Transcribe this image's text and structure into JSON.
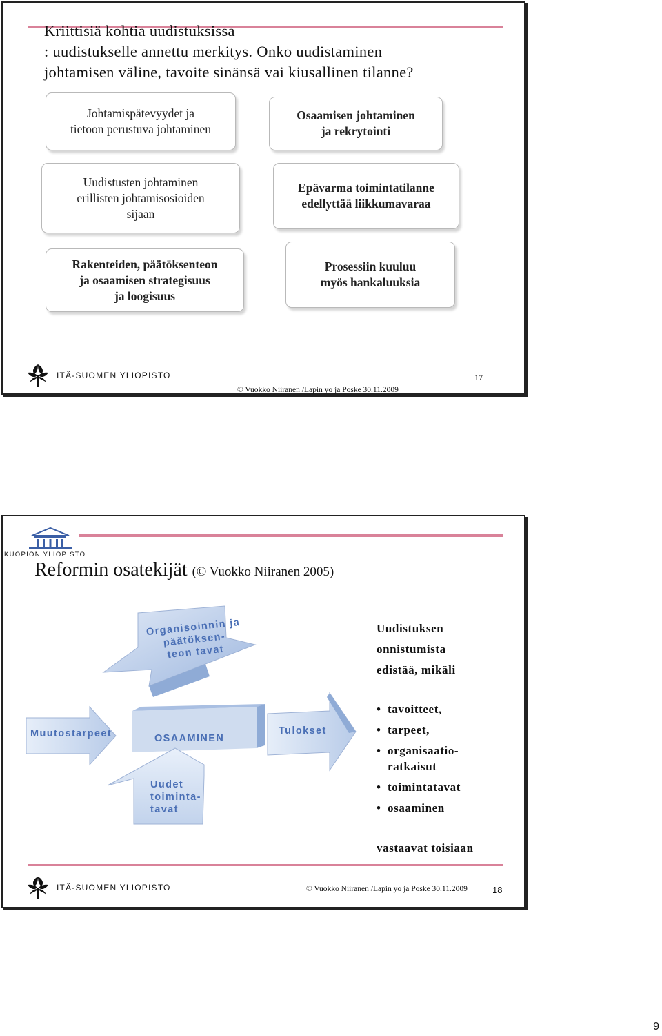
{
  "slide1": {
    "title_lines": [
      "Kriittisiä kohtia uudistuksissa",
      ": uudistukselle annettu merkitys. Onko uudistaminen",
      "johtamisen väline, tavoite sinänsä vai kiusallinen tilanne?"
    ],
    "boxes": [
      "Johtamispätevyydet ja\ntietoon perustuva johtaminen",
      "Osaamisen johtaminen\nja rekrytointi",
      "Uudistusten johtaminen\nerillisten johtamisosioiden\nsijaan",
      "Epävarma toimintatilanne\nedellyttää liikkumavaraa",
      "Rakenteiden, päätöksenteon\nja osaamisen strategisuus\nja loogisuus",
      "Prosessiin kuuluu\nmyös hankaluuksia"
    ],
    "logo_text": "ITÄ-SUOMEN YLIOPISTO",
    "copyright": "© Vuokko Niiranen /Lapin yo ja Poske 30.11.2009",
    "slide_number": "17"
  },
  "slide2": {
    "kuopio_logo_text": "KUOPION YLIOPISTO",
    "title": "Reformin osatekijät",
    "title_sub": "(© Vuokko Niiranen 2005)",
    "arrow_org": "Organisoinnin ja\npäätöksen-\nteon tavat",
    "arrow_muutos": "Muutostarpeet",
    "osaaminen": "OSAAMINEN",
    "arrow_uudet": "Uudet\ntoiminta-\ntavat",
    "arrow_tulokset": "Tulokset",
    "right_intro": "Uudistuksen\nonnistumista\nedistää, mikäli",
    "bullets": [
      "tavoitteet,",
      "tarpeet,",
      "organisaatio-\nratkaisut",
      "toimintatavat",
      "osaaminen"
    ],
    "closing": "vastaavat toisiaan",
    "logo_text": "ITÄ-SUOMEN YLIOPISTO",
    "copyright": "© Vuokko Niiranen /Lapin yo ja Poske 30.11.2009",
    "slide_number": "18"
  },
  "page_number": "9",
  "colors": {
    "accent_pink": "#d98299",
    "arrow_blue_light": "#cfdcef",
    "arrow_blue_mid": "#8fabd6",
    "label_blue": "#4a6fb5"
  }
}
